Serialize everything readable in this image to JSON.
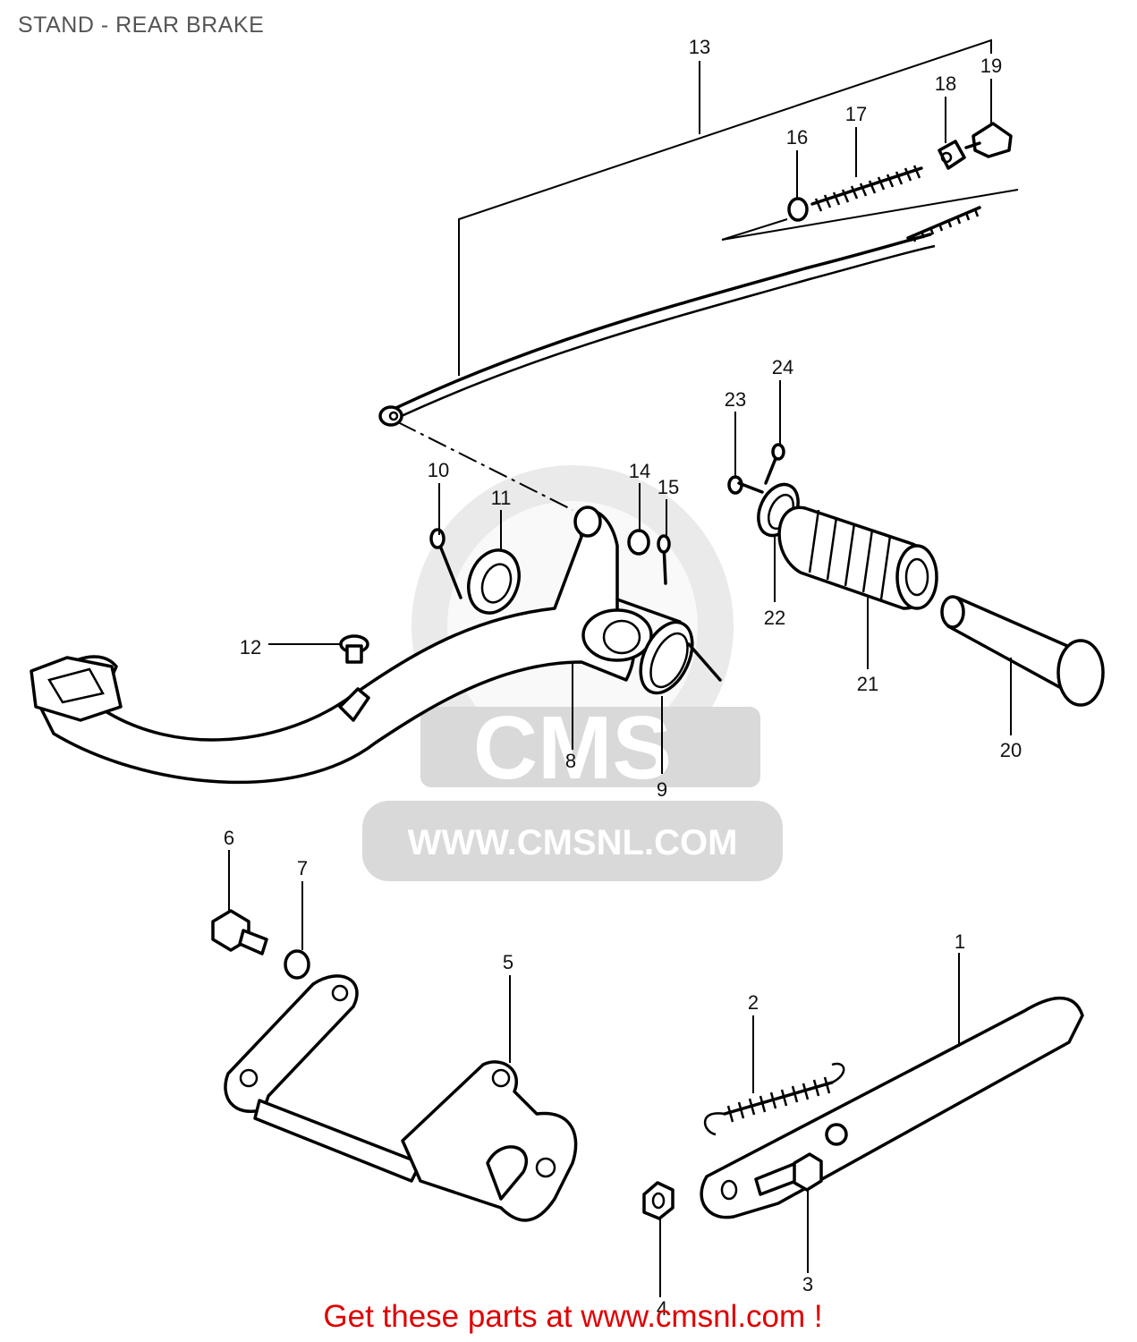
{
  "title": "STAND - REAR BRAKE",
  "watermark": {
    "brand": "CMS",
    "url": "WWW.CMSNL.COM"
  },
  "cta": "Get these parts at www.cmsnl.com !",
  "callouts": [
    "1",
    "2",
    "3",
    "4",
    "5",
    "6",
    "7",
    "8",
    "9",
    "10",
    "11",
    "12",
    "13",
    "14",
    "15",
    "16",
    "17",
    "18",
    "19",
    "20",
    "21",
    "22",
    "23",
    "24"
  ],
  "colors": {
    "title": "#555555",
    "cta": "#e00000",
    "watermark": "#d9d9d9",
    "line": "#000000"
  }
}
